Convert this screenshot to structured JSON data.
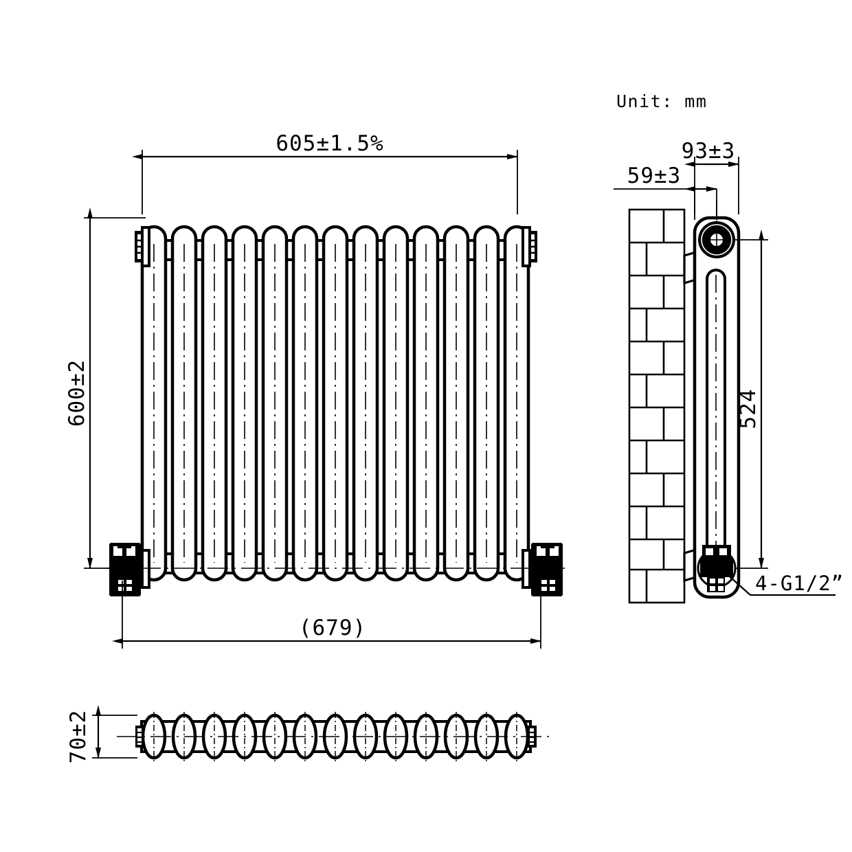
{
  "drawing": {
    "title_note": "Unit: mm",
    "units": "mm",
    "line_color": "#000000",
    "background_color": "#ffffff"
  },
  "views": {
    "front": {
      "name": "front-elevation",
      "column_count": 13,
      "dimensions": {
        "width_overall": "605±1.5%",
        "height_overall": "600±2",
        "width_with_valves": "(679)"
      }
    },
    "side": {
      "name": "side-section-with-wall",
      "dimensions": {
        "depth_overall": "93±3",
        "wall_to_center": "59±3",
        "port_center_distance": "524"
      },
      "callout": "4-G1/2”"
    },
    "top": {
      "name": "top-plan",
      "dimensions": {
        "depth": "70±2"
      },
      "column_count": 13
    }
  },
  "labels": {
    "unit": "Unit: mm",
    "width_605": "605±1.5%",
    "height_600": "600±2",
    "width_679": "(679)",
    "depth_93": "93±3",
    "offset_59": "59±3",
    "center_524": "524",
    "depth_70": "70±2",
    "thread_callout": "4-G1/2”"
  }
}
